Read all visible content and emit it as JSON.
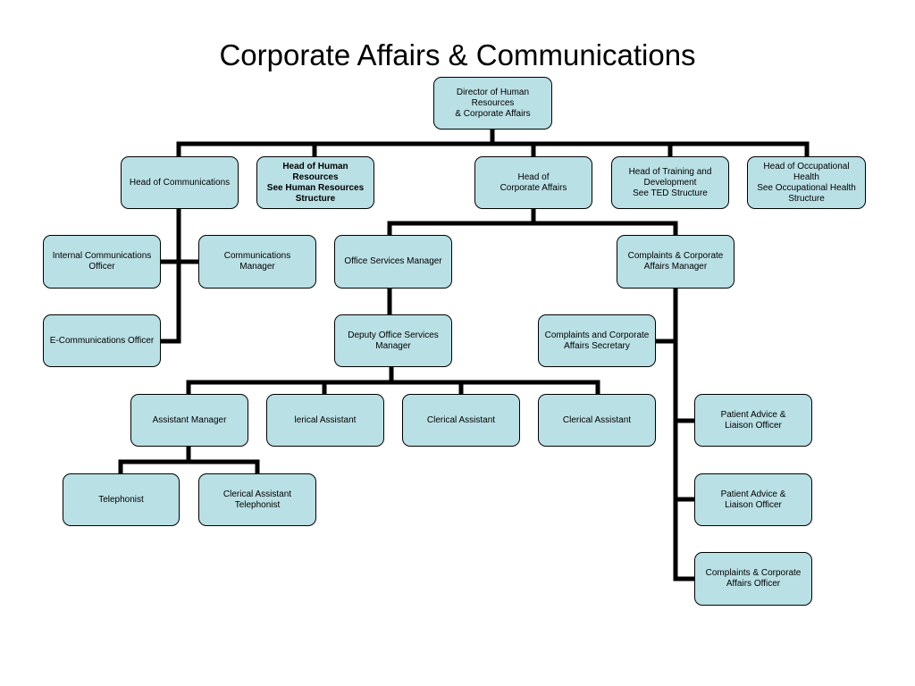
{
  "title": "Corporate Affairs & Communications",
  "colors": {
    "box_fill": "#b9e0e5",
    "box_border": "#000000",
    "connector": "#000000"
  },
  "nodes": {
    "director": "Director of Human Resources\n& Corporate Affairs",
    "head_communications": "Head of Communications",
    "head_hr": "Head of Human Resources\nSee Human Resources\nStructure",
    "head_corporate_affairs": "Head of\nCorporate Affairs",
    "head_training": "Head of Training and\nDevelopment\nSee TED Structure",
    "head_occupational_health": "Head of Occupational Health\nSee Occupational Health\nStructure",
    "internal_comms_officer": "Internal Communications\nOfficer",
    "communications_manager": "Communications\nManager",
    "e_comms_officer": "E-Communications Officer",
    "office_services_manager": "Office Services Manager",
    "complaints_affairs_manager": "Complaints & Corporate\nAffairs Manager",
    "deputy_office_services_manager": "Deputy Office Services\nManager",
    "complaints_affairs_secretary": "Complaints and Corporate\nAffairs Secretary",
    "assistant_manager": "Assistant Manager",
    "clerical_assistant_1": "lerical Assistant",
    "clerical_assistant_2": "Clerical Assistant",
    "clerical_assistant_3": "Clerical Assistant",
    "patient_advice_1": "Patient Advice &\nLiaison Officer",
    "patient_advice_2": "Patient Advice &\nLiaison Officer",
    "complaints_affairs_officer": "Complaints & Corporate\nAffairs Officer",
    "telephonist": "Telephonist",
    "clerical_assistant_telephonist": "Clerical Assistant\nTelephonist"
  }
}
